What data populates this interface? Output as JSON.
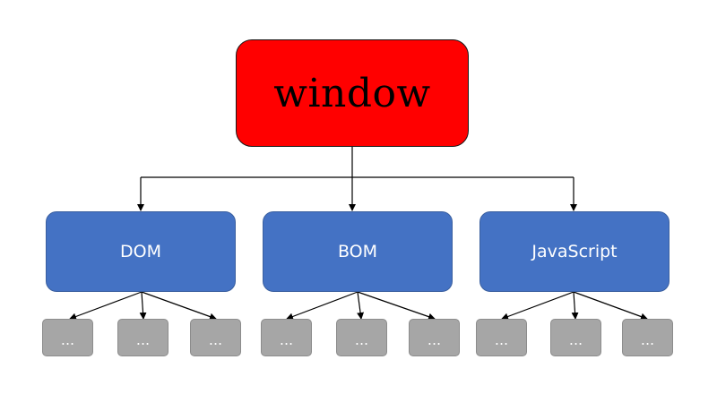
{
  "root": {
    "label": "window",
    "color": "#ff0000"
  },
  "children": [
    {
      "label": "DOM",
      "color": "#4472c4",
      "leaves": [
        "...",
        "...",
        "..."
      ]
    },
    {
      "label": "BOM",
      "color": "#4472c4",
      "leaves": [
        "...",
        "...",
        "..."
      ]
    },
    {
      "label": "JavaScript",
      "color": "#4472c4",
      "leaves": [
        "...",
        "...",
        "..."
      ]
    }
  ],
  "leaf_color": "#a6a6a6"
}
